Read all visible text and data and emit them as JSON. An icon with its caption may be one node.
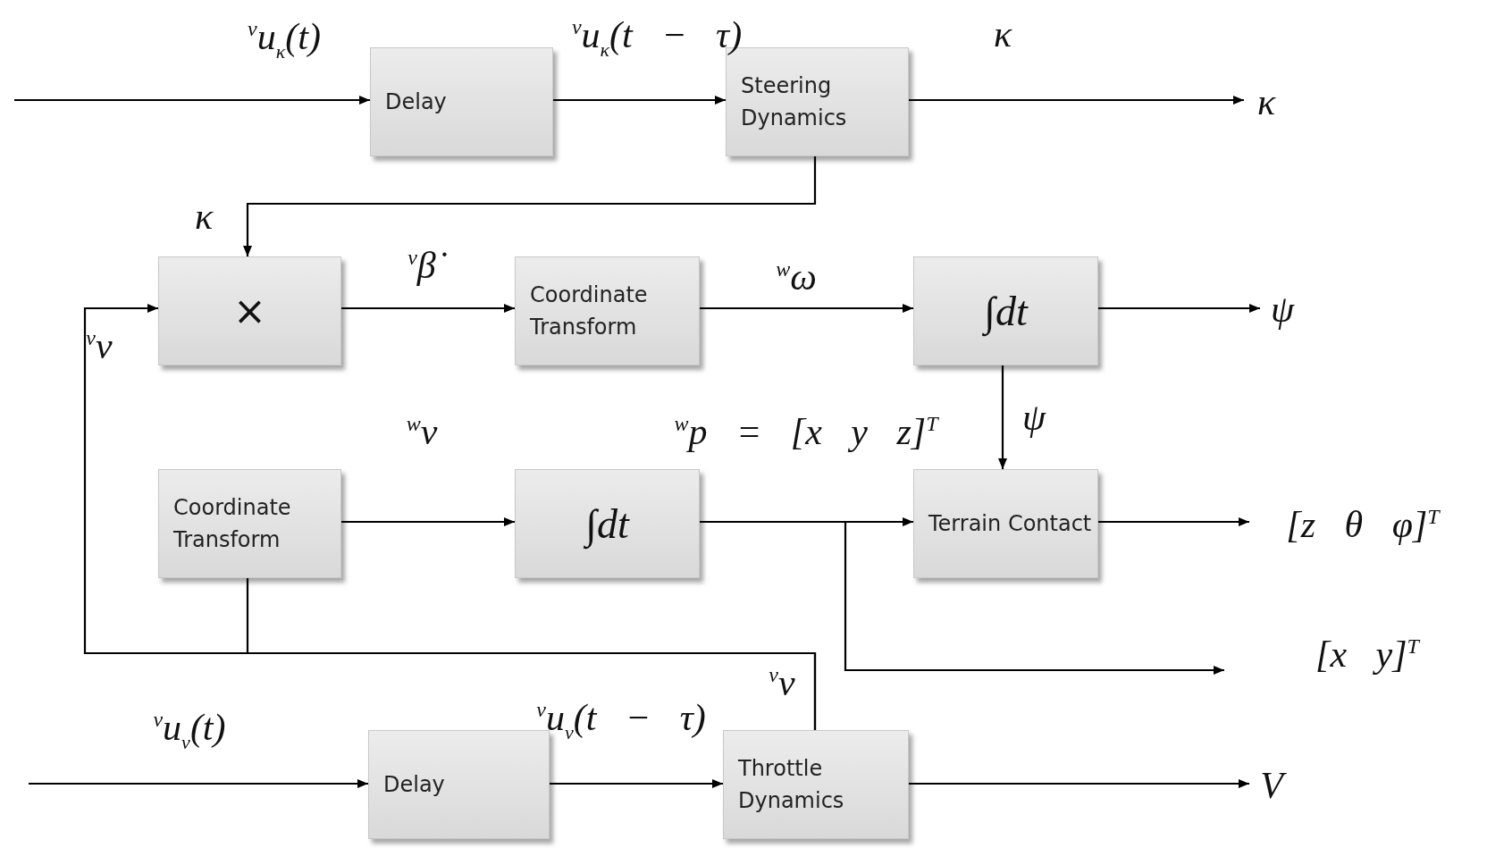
{
  "diagram": {
    "nodes": [
      {
        "text": [
          "Delay"
        ]
      },
      {
        "text": [
          "Steering Dynamics"
        ]
      },
      {
        "text": [
          "×"
        ]
      },
      {
        "text": [
          "Coordinate Transform"
        ]
      },
      {
        "text": [
          "∫dt"
        ]
      },
      {
        "text": [
          "Coordinate Transform"
        ]
      },
      {
        "text": [
          "∫dt"
        ]
      },
      {
        "text": [
          "Terrain Contact"
        ]
      },
      {
        "text": [
          "Delay"
        ]
      },
      {
        "text": [
          "Throttle Dynamics"
        ]
      },
      {
        "text": [
          "κ"
        ]
      },
      {
        "text": [
          "ψ"
        ]
      },
      {
        "text": [
          "[z θ φ]$^{T}$"
        ]
      },
      {
        "text": [
          "[x y]$^{T}$"
        ]
      },
      {
        "text": [
          "V"
        ]
      }
    ],
    "edges": [
      {
        "from": null,
        "to": 0,
        "arrow": "to",
        "label": "$^{v}$u$_{κ}$(t)"
      },
      {
        "from": 0,
        "to": 1,
        "arrow": "to",
        "label": "$^{v}$u$_{κ}$(t − τ)"
      },
      {
        "from": 1,
        "to": 10,
        "arrow": "to",
        "label": "κ"
      },
      {
        "from": 1,
        "to": 2,
        "arrow": "to",
        "label": "κ"
      },
      {
        "from": 2,
        "to": 3,
        "arrow": "to",
        "label": "$^{v}$β̇"
      },
      {
        "from": 3,
        "to": 4,
        "arrow": "to",
        "label": "$^{w}$ω"
      },
      {
        "from": 4,
        "to": 11,
        "arrow": "to"
      },
      {
        "from": 4,
        "to": 7,
        "arrow": "to",
        "label": "ψ"
      },
      {
        "from": 5,
        "to": 6,
        "arrow": "to",
        "label": "$^{w}$v"
      },
      {
        "from": 6,
        "to": 7,
        "arrow": "to",
        "label": "$^{w}$p = [x y z]$^{T}$"
      },
      {
        "from": 6,
        "to": 13,
        "arrow": "to"
      },
      {
        "from": 7,
        "to": 12,
        "arrow": "to"
      },
      {
        "from": null,
        "to": 8,
        "arrow": "to",
        "label": "$^{v}$u$_{v}$(t)"
      },
      {
        "from": 8,
        "to": 9,
        "arrow": "to",
        "label": "$^{v}$u$_{v}$(t − τ)"
      },
      {
        "from": 9,
        "to": 14,
        "arrow": "to"
      },
      {
        "from": 9,
        "to": 2,
        "arrow": "to",
        "label": "$^{v}$v"
      },
      {
        "from": 9,
        "to": 5,
        "arrow": "to",
        "label": "$^{v}$v"
      }
    ]
  }
}
